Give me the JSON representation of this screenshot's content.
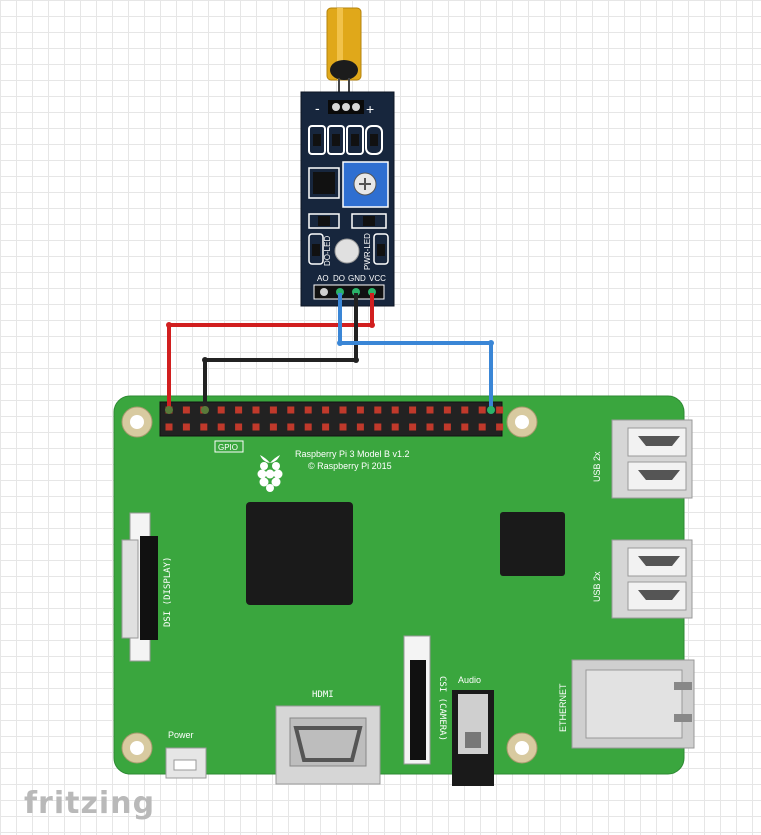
{
  "sensor": {
    "pin_minus": "-",
    "pin_plus": "+",
    "led_do_label": "DO-LED",
    "led_pwr_label": "PWR-LED",
    "pin_labels": [
      "AO",
      "DO",
      "GND",
      "VCC"
    ]
  },
  "board": {
    "gpio_label": "GPIO",
    "model": "Raspberry Pi 3 Model B v1.2",
    "copyright": "© Raspberry Pi 2015",
    "dsi_label": "DSI (DISPLAY)",
    "csi_label": "CSI (CAMERA)",
    "hdmi_label": "HDMI",
    "audio_label": "Audio",
    "power_label": "Power",
    "usb_label_1": "USB 2x",
    "usb_label_2": "USB 2x",
    "ethernet_label": "ETHERNET"
  },
  "wires": [
    {
      "name": "red-wire",
      "color": "#d11f1f"
    },
    {
      "name": "black-wire",
      "color": "#222222"
    },
    {
      "name": "blue-wire",
      "color": "#3a86d6"
    }
  ],
  "footer": {
    "logo": "fritzing"
  }
}
